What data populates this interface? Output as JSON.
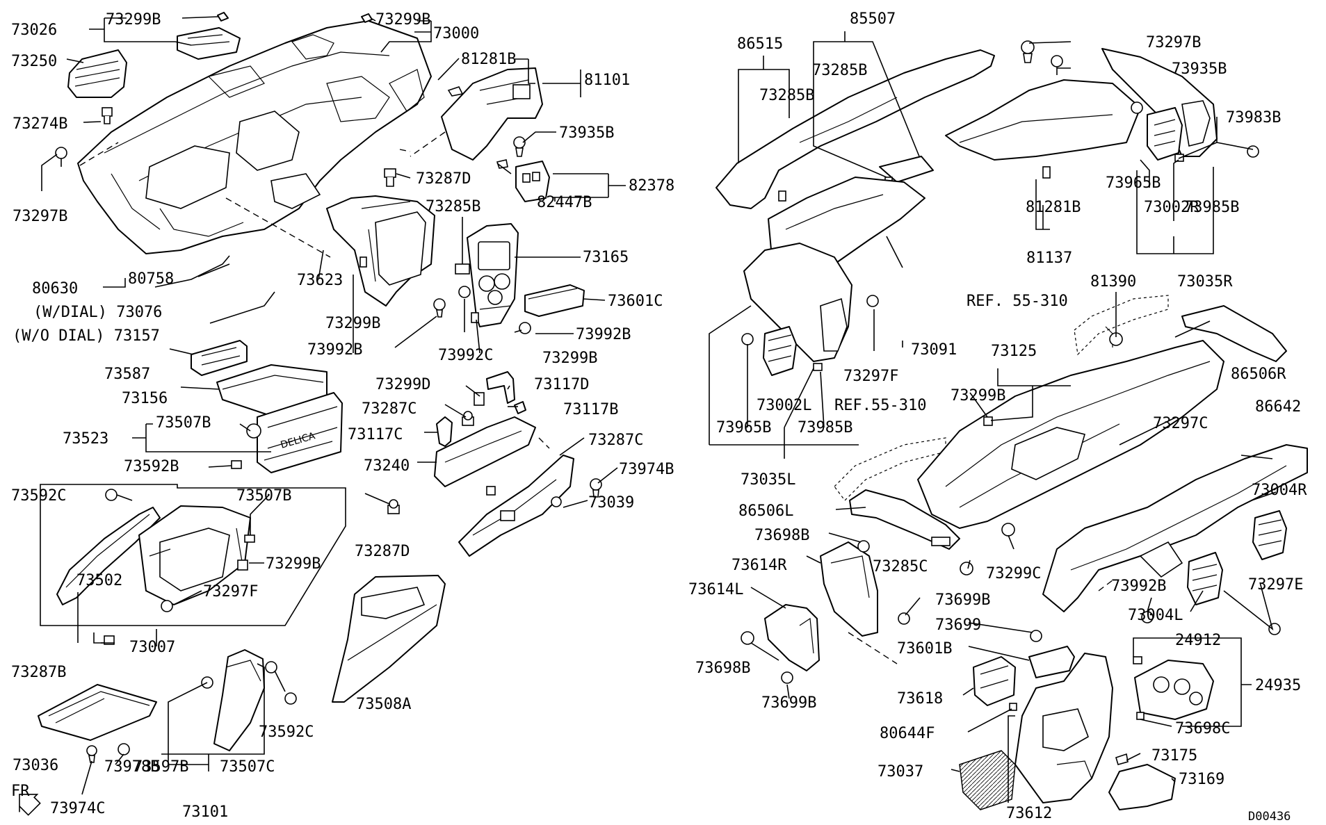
{
  "diagram_code": "D00436",
  "direction_label": "FR",
  "labels": {
    "p73026": "73026",
    "p73299B_a": "73299B",
    "p73299B_b": "73299B",
    "p73000": "73000",
    "p73250": "73250",
    "p73274B": "73274B",
    "p73297B_a": "73297B",
    "p81281B_a": "81281B",
    "p81101": "81101",
    "p73935B_a": "73935B",
    "p73287D_a": "73287D",
    "p82378": "82378",
    "p82447B": "82447B",
    "p73285B_a": "73285B",
    "p73165": "73165",
    "p73601C": "73601C",
    "p73992B_a": "73992B",
    "p73992C": "73992C",
    "p73299B_c": "73299B",
    "p73623": "73623",
    "p73299B_d": "73299B",
    "p73992B_b": "73992B",
    "p80630": "80630",
    "p80758": "80758",
    "p73076": "(W/DIAL) 73076",
    "p73157": "(W/O DIAL) 73157",
    "p73587": "73587",
    "p73156": "73156",
    "p73523": "73523",
    "p73507B_a": "73507B",
    "p73592B": "73592B",
    "p73299D": "73299D",
    "p73117D": "73117D",
    "p73287C_a": "73287C",
    "p73117B": "73117B",
    "p73117C": "73117C",
    "p73287C_b": "73287C",
    "p73240": "73240",
    "p73974B": "73974B",
    "p73039": "73039",
    "p73592C_a": "73592C",
    "p73507B_b": "73507B",
    "p73287D_b": "73287D",
    "p73502": "73502",
    "p73299B_e": "73299B",
    "p73297F_a": "73297F",
    "p73007": "73007",
    "p73287B": "73287B",
    "p73508A": "73508A",
    "p73036": "73036",
    "p73978B": "73978B",
    "p73974C": "73974C",
    "p73597B": "73597B",
    "p73507C": "73507C",
    "p73592C_b": "73592C",
    "p73101": "73101",
    "p86515": "86515",
    "p85507": "85507",
    "p73285B_b": "73285B",
    "p73285B_c": "73285B",
    "p73297B_b": "73297B",
    "p73935B_b": "73935B",
    "p73983B": "73983B",
    "p73965B_a": "73965B",
    "p73002R": "73002R",
    "p73985B_a": "73985B",
    "p73035R": "73035R",
    "p81281B_b": "81281B",
    "p81137": "81137",
    "p73091": "73091",
    "p73297F_b": "73297F",
    "p73002L": "73002L",
    "p73965B_b": "73965B",
    "p73985B_b": "73985B",
    "p73035L": "73035L",
    "pref1": "REF. 55-310",
    "pref2": "REF.55-310",
    "p81390": "81390",
    "p73125": "73125",
    "p73299B_f": "73299B",
    "p86506R": "86506R",
    "p73297C": "73297C",
    "p86642": "86642",
    "p86506L": "86506L",
    "p73698B_a": "73698B",
    "p73614R": "73614R",
    "p73285C": "73285C",
    "p73299C": "73299C",
    "p73004R": "73004R",
    "p73614L": "73614L",
    "p73699B_a": "73699B",
    "p73992B_c": "73992B",
    "p73297E": "73297E",
    "p73699": "73699",
    "p73004L": "73004L",
    "p73698B_b": "73698B",
    "p73601B": "73601B",
    "p24912": "24912",
    "p24935": "24935",
    "p73699B_b": "73699B",
    "p73618": "73618",
    "p73698C": "73698C",
    "p80644F": "80644F",
    "p73175": "73175",
    "p73037": "73037",
    "p73169": "73169",
    "p73612": "73612"
  }
}
